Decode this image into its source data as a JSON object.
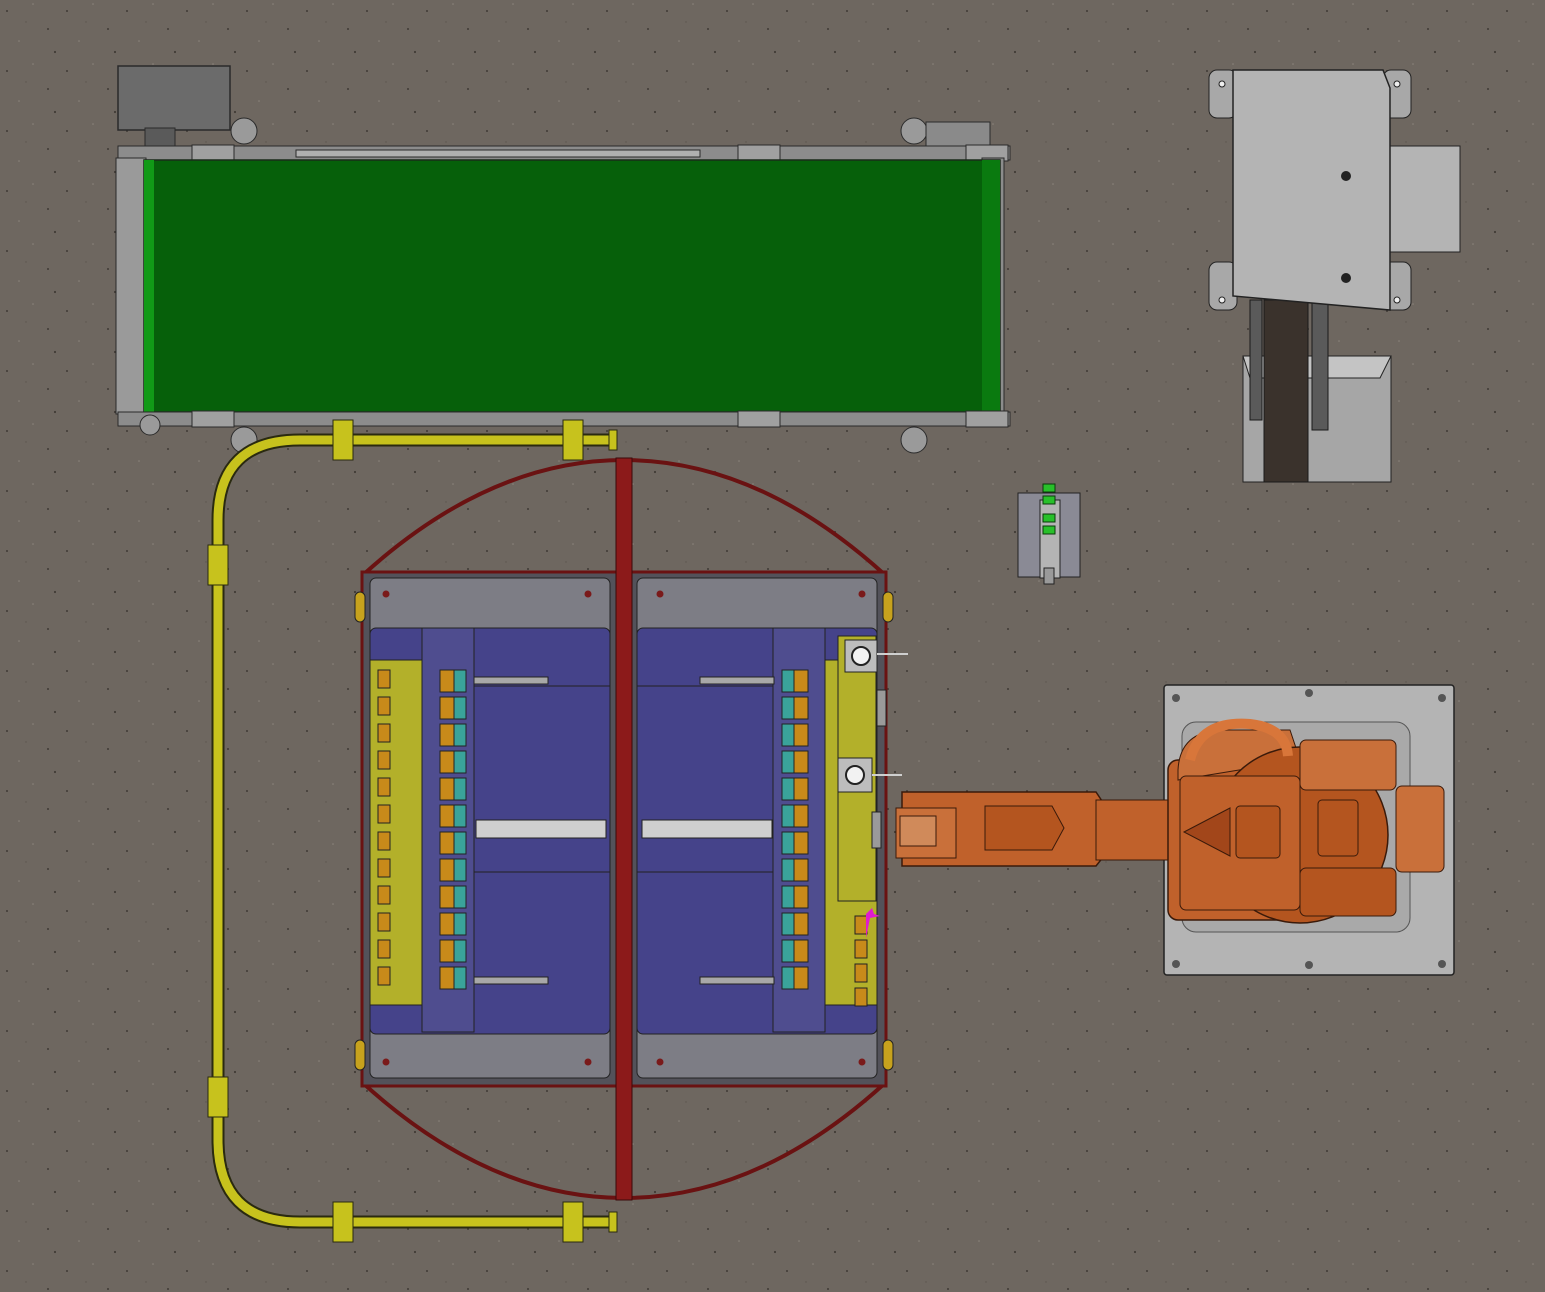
{
  "scene": {
    "floor_color": "#6e6760",
    "colors": {
      "belt": "#06600a",
      "conveyor_frame": "#8c8c8c",
      "rail": "#c7c21d",
      "turntable_ring": "#7a1a1a",
      "fixture_plate": "#45438a",
      "fixture_gray": "#7d7d85",
      "fixture_yellow": "#b3b02a",
      "terminal_orange": "#c88a1a",
      "terminal_teal": "#3aa39a",
      "robot": "#c0612b",
      "robot_base": "#b4b4b4",
      "accent_magenta": "#e01bd0",
      "green_marker": "#28c02a"
    },
    "objects": [
      "conveyor",
      "safety-rail",
      "turntable-fixture",
      "small-clamp-fixture",
      "feeder-unit",
      "robot-arm"
    ]
  }
}
